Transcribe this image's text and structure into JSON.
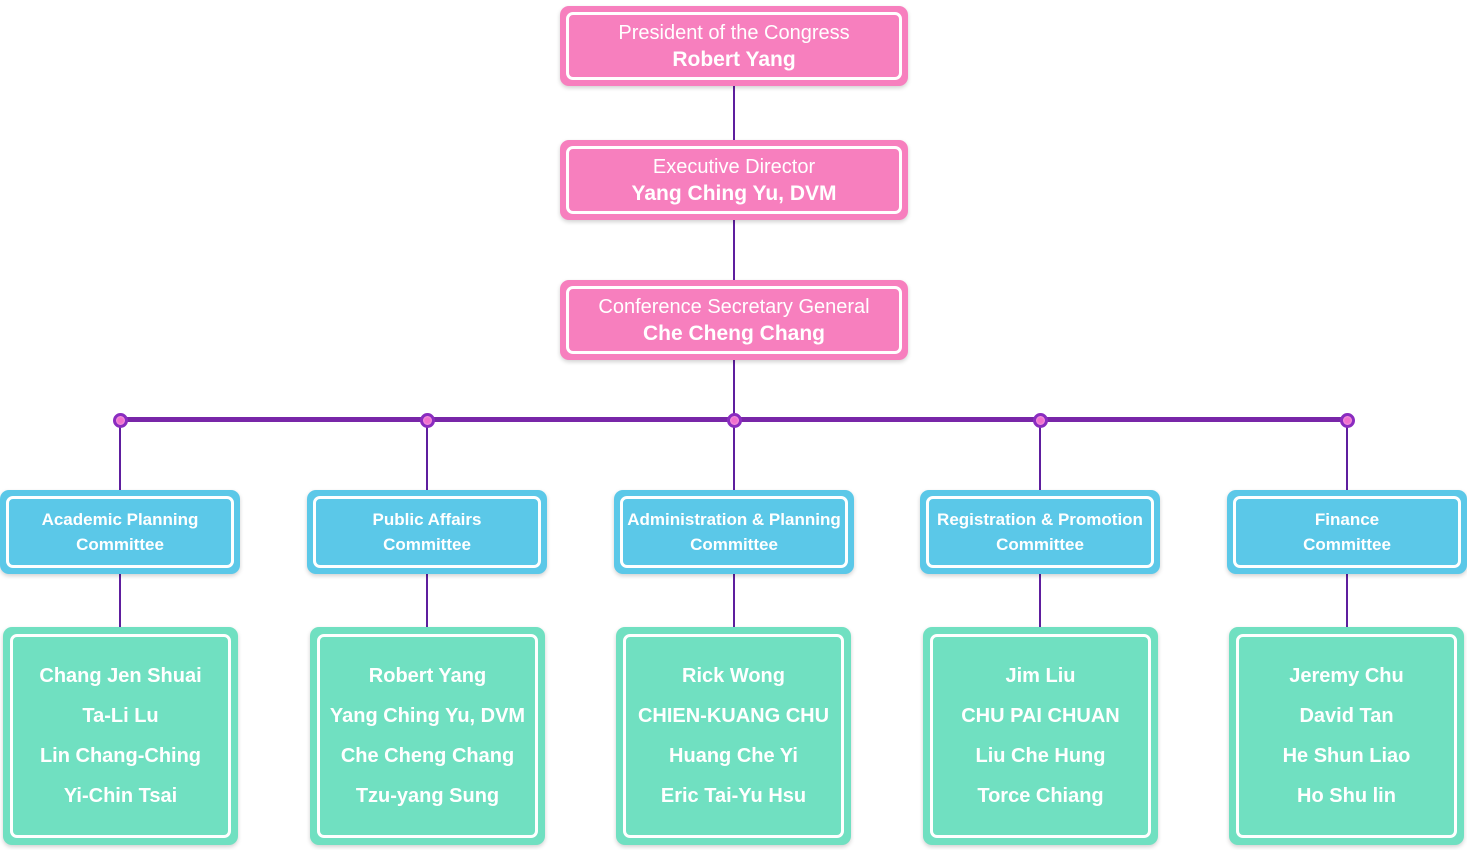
{
  "colors": {
    "pink_box": "#F77FBE",
    "blue_box": "#5BC8E8",
    "green_box": "#70E0C1",
    "connector_horizontal": "#7826A8",
    "connector_vertical": "#5E1E9E",
    "node_dot_fill": "#F06FCE",
    "node_dot_ring": "#8A2CC0",
    "text": "#FFFFFF"
  },
  "hierarchy": [
    {
      "title": "President of the Congress",
      "name": "Robert Yang"
    },
    {
      "title": "Executive Director",
      "name": "Yang Ching Yu, DVM"
    },
    {
      "title": "Conference Secretary General",
      "name": "Che Cheng Chang"
    }
  ],
  "committees": [
    {
      "name_line1": "Academic Planning",
      "name_line2": "Committee",
      "members": [
        "Chang Jen Shuai",
        "Ta-Li Lu",
        "Lin Chang-Ching",
        "Yi-Chin Tsai"
      ]
    },
    {
      "name_line1": "Public Affairs",
      "name_line2": "Committee",
      "members": [
        "Robert Yang",
        "Yang Ching Yu, DVM",
        "Che Cheng Chang",
        "Tzu-yang Sung"
      ]
    },
    {
      "name_line1": "Administration & Planning",
      "name_line2": "Committee",
      "members": [
        "Rick Wong",
        "CHIEN-KUANG CHU",
        "Huang Che Yi",
        "Eric Tai-Yu Hsu"
      ]
    },
    {
      "name_line1": "Registration & Promotion",
      "name_line2": "Committee",
      "members": [
        "Jim Liu",
        "CHU PAI CHUAN",
        "Liu Che Hung",
        "Torce Chiang"
      ]
    },
    {
      "name_line1": "Finance",
      "name_line2": "Committee",
      "members": [
        "Jeremy Chu",
        "David Tan",
        "He Shun Liao",
        "Ho Shu lin"
      ]
    }
  ]
}
